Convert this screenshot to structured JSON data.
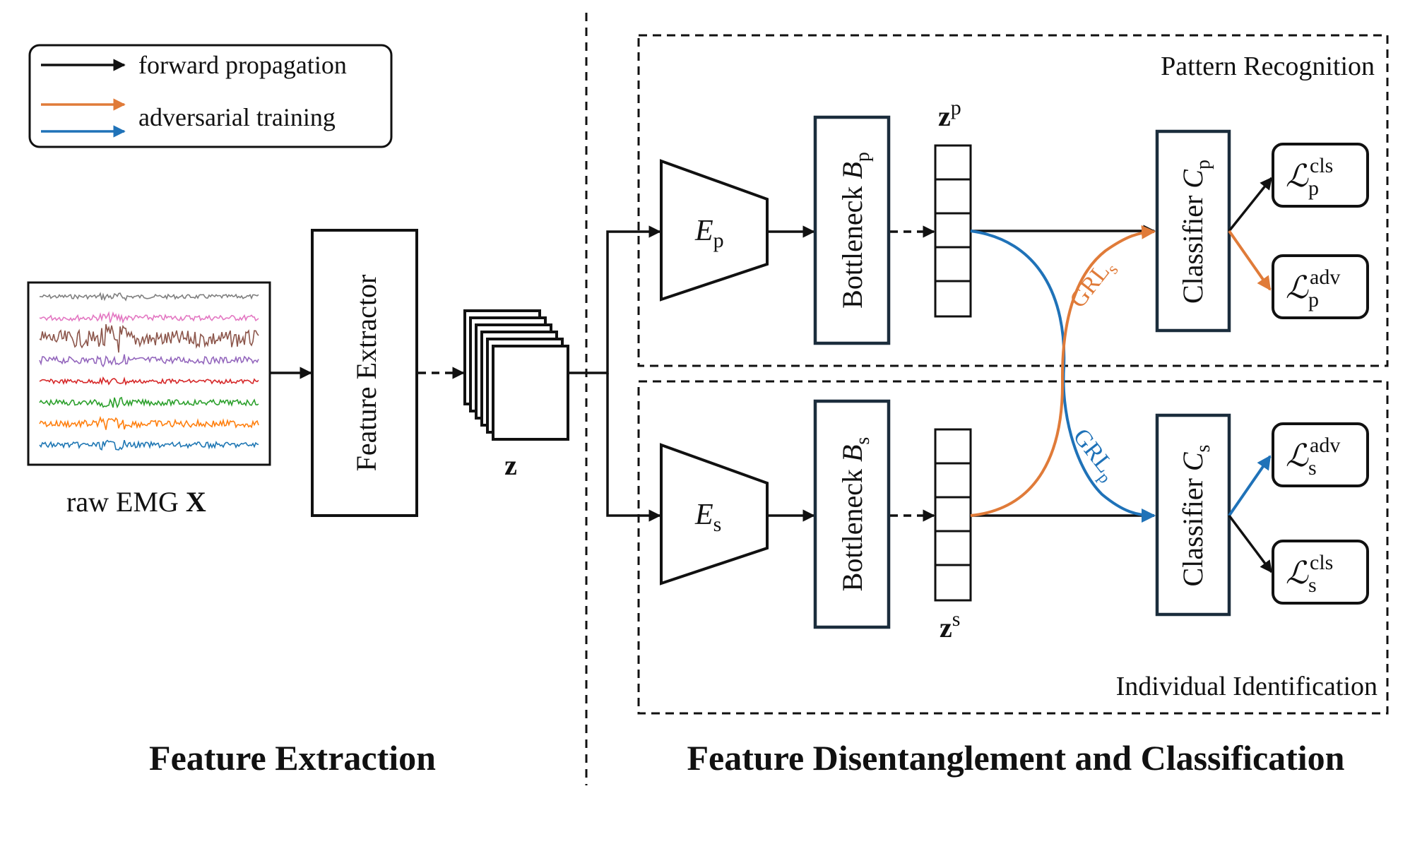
{
  "legend": {
    "forward": {
      "label": "forward propagation",
      "color": "#111111"
    },
    "adversarial": {
      "label": "adversarial training",
      "colors": [
        "#e07b39",
        "#1f72b8"
      ]
    }
  },
  "input": {
    "label_text": "raw EMG ",
    "label_bold": "X"
  },
  "emg_channel_colors": [
    "#7f7f7f",
    "#e377c2",
    "#8c564b",
    "#9467bd",
    "#d62728",
    "#2ca02c",
    "#ff7f0e",
    "#1f77b4"
  ],
  "feature_extractor": {
    "label": "Feature Extractor"
  },
  "z": {
    "label": "z"
  },
  "encoders": {
    "p": {
      "base": "E",
      "sub": "p"
    },
    "s": {
      "base": "E",
      "sub": "s"
    }
  },
  "bottlenecks": {
    "p": {
      "label": "Bottleneck ",
      "var": "B",
      "sub": "p"
    },
    "s": {
      "label": "Bottleneck ",
      "var": "B",
      "sub": "s"
    }
  },
  "latents": {
    "p": {
      "base": "z",
      "sup": "p"
    },
    "s": {
      "base": "z",
      "sup": "s"
    }
  },
  "classifiers": {
    "p": {
      "label": "Classifier ",
      "var": "C",
      "sub": "p"
    },
    "s": {
      "label": "Classifier ",
      "var": "C",
      "sub": "s"
    }
  },
  "grl": {
    "s": {
      "base": "GRL",
      "sub": "s",
      "color": "#e07b39"
    },
    "p": {
      "base": "GRL",
      "sub": "p",
      "color": "#1f72b8"
    }
  },
  "losses": {
    "p_cls": {
      "sym": "ℒ",
      "sup": "cls",
      "sub": "p"
    },
    "p_adv": {
      "sym": "ℒ",
      "sup": "adv",
      "sub": "p"
    },
    "s_adv": {
      "sym": "ℒ",
      "sup": "adv",
      "sub": "s"
    },
    "s_cls": {
      "sym": "ℒ",
      "sup": "cls",
      "sub": "s"
    }
  },
  "regions": {
    "pattern": "Pattern Recognition",
    "individual": "Individual Identification"
  },
  "sections": {
    "left": "Feature Extraction",
    "right": "Feature Disentanglement and Classification"
  }
}
